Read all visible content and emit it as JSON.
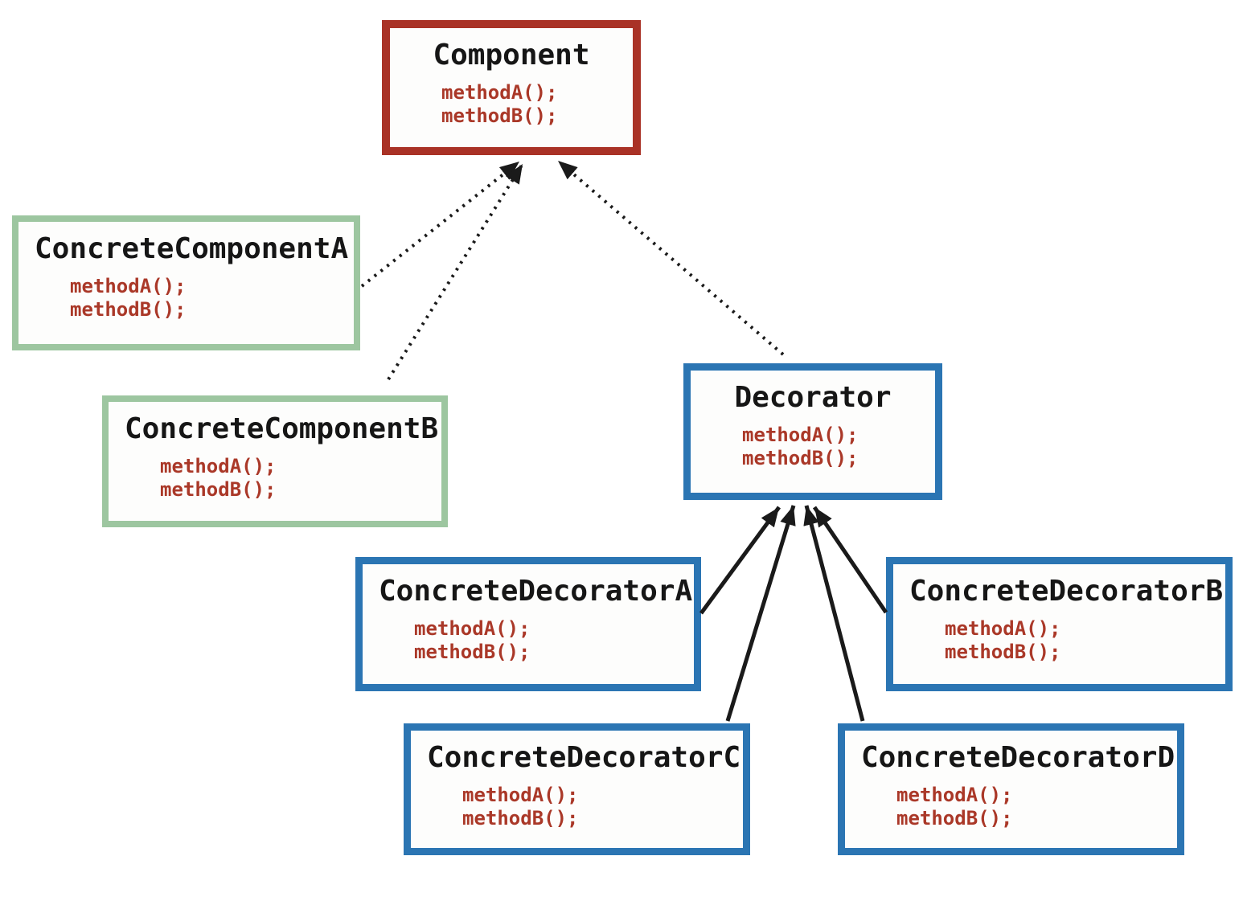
{
  "classes": [
    {
      "name": "Component",
      "methods": [
        "methodA();",
        "methodB();"
      ],
      "border": "red"
    },
    {
      "name": "ConcreteComponentA",
      "methods": [
        "methodA();",
        "methodB();"
      ],
      "border": "green"
    },
    {
      "name": "ConcreteComponentB",
      "methods": [
        "methodA();",
        "methodB();"
      ],
      "border": "green"
    },
    {
      "name": "Decorator",
      "methods": [
        "methodA();",
        "methodB();"
      ],
      "border": "blue"
    },
    {
      "name": "ConcreteDecoratorA",
      "methods": [
        "methodA();",
        "methodB();"
      ],
      "border": "blue"
    },
    {
      "name": "ConcreteDecoratorB",
      "methods": [
        "methodA();",
        "methodB();"
      ],
      "border": "blue"
    },
    {
      "name": "ConcreteDecoratorC",
      "methods": [
        "methodA();",
        "methodB();"
      ],
      "border": "blue"
    },
    {
      "name": "ConcreteDecoratorD",
      "methods": [
        "methodA();",
        "methodB();"
      ],
      "border": "blue"
    }
  ],
  "relationships": [
    {
      "from": "ConcreteComponentA",
      "to": "Component",
      "line_style": "dotted"
    },
    {
      "from": "ConcreteComponentB",
      "to": "Component",
      "line_style": "dotted"
    },
    {
      "from": "Decorator",
      "to": "Component",
      "line_style": "dotted"
    },
    {
      "from": "ConcreteDecoratorA",
      "to": "Decorator",
      "line_style": "solid"
    },
    {
      "from": "ConcreteDecoratorC",
      "to": "Decorator",
      "line_style": "solid"
    },
    {
      "from": "ConcreteDecoratorD",
      "to": "Decorator",
      "line_style": "solid"
    },
    {
      "from": "ConcreteDecoratorB",
      "to": "Decorator",
      "line_style": "solid"
    }
  ],
  "colors": {
    "component_border": "#a93226",
    "concrete_component_border": "#9dc6a0",
    "decorator_border": "#2b75b3",
    "method_text": "#aa3828",
    "class_name_text": "#161616",
    "arrow": "#1a1a1a",
    "canvas_background": "#ffffff"
  }
}
